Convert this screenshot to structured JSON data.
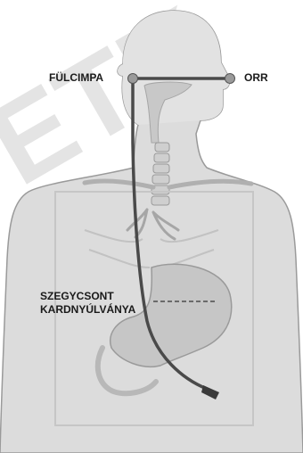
{
  "labels": {
    "ear": "FÜLCIMPA",
    "nose": "ORR",
    "xiphoid_line1": "SZEGYCSONT",
    "xiphoid_line2": "KARDNYÚLVÁNYA"
  },
  "watermark": "ETK",
  "colors": {
    "body_fill": "#dcdcdc",
    "body_stroke": "#9a9a9a",
    "organ_fill": "#c8c8c8",
    "tube": "#4a4a4a",
    "label_text": "#1a1a1a"
  }
}
